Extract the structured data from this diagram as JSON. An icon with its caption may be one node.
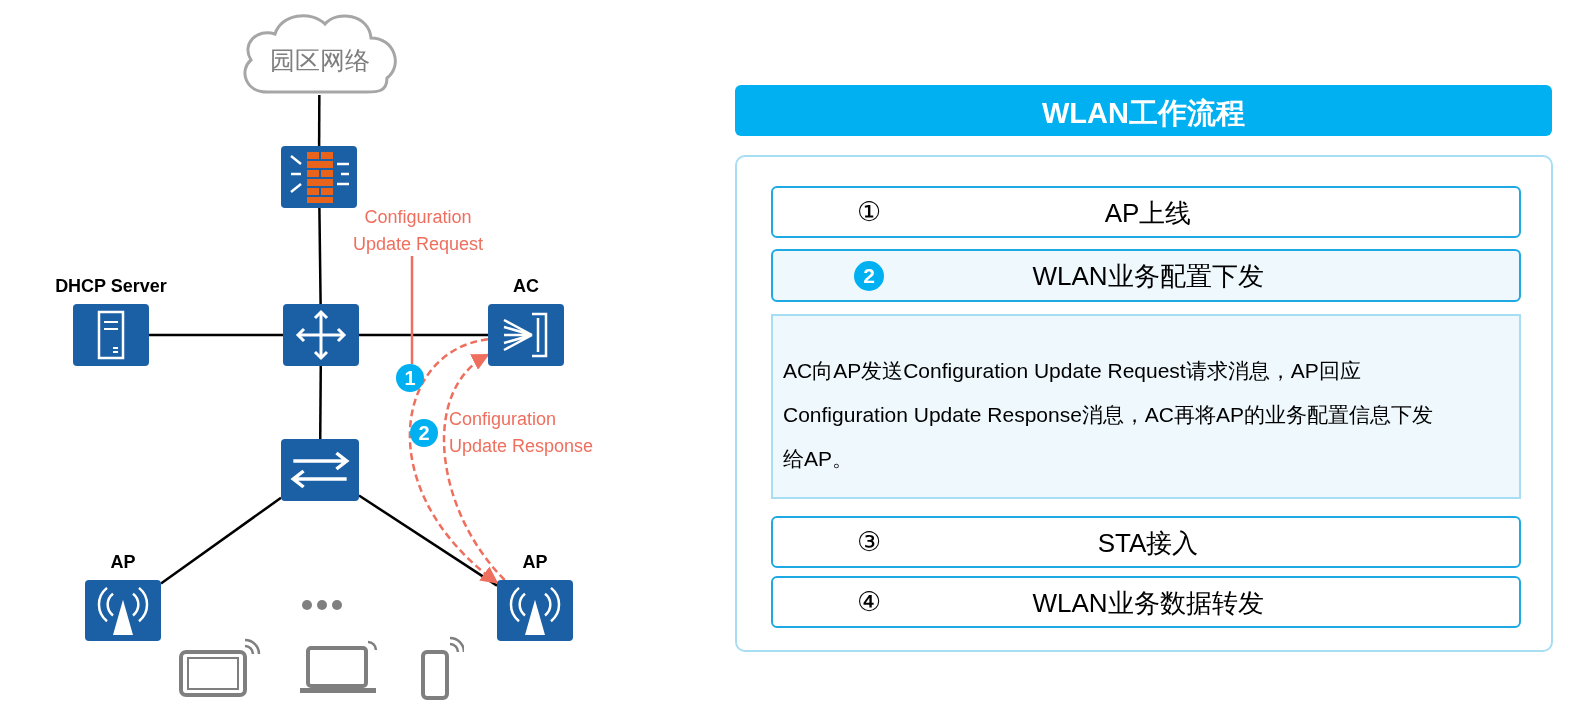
{
  "diagram": {
    "nodes": [
      {
        "text": [
          "园区网络"
        ]
      },
      {
        "text": [],
        "shape": "box"
      },
      {
        "text": [
          "DHCP Server"
        ]
      },
      {
        "text": [],
        "shape": "box"
      },
      {
        "text": [
          "AC"
        ]
      },
      {
        "text": [],
        "shape": "box"
      },
      {
        "text": [
          "AP"
        ]
      },
      {
        "text": [
          "AP"
        ]
      },
      {
        "text": [
          "Configuration Update Request"
        ]
      },
      {
        "text": [
          "WLAN工作流程"
        ]
      },
      {
        "text": [],
        "shape": "box"
      },
      {
        "text": [
          "①",
          "AP上线"
        ],
        "in": 10
      },
      {
        "text": [
          "2",
          "WLAN业务配置下发"
        ],
        "in": 10
      },
      {
        "text": [
          "AC向AP发送Configuration Update Request请求消息，AP回应Configuration Update Response消息，AC再将AP的业务配置信息下发给AP。"
        ],
        "in": 10
      },
      {
        "text": [
          "③",
          "STA接入"
        ],
        "in": 10
      },
      {
        "text": [
          "④",
          "WLAN业务数据转发"
        ],
        "in": 10
      },
      {
        "text": [
          "1"
        ]
      },
      {
        "text": [
          "2"
        ]
      }
    ],
    "edges": [
      {
        "from": 0,
        "to": 1,
        "arrow": "none"
      },
      {
        "from": 1,
        "to": 3,
        "arrow": "none"
      },
      {
        "from": 2,
        "to": 3,
        "arrow": "none"
      },
      {
        "from": 3,
        "to": 4,
        "arrow": "none"
      },
      {
        "from": 3,
        "to": 5,
        "arrow": "none"
      },
      {
        "from": 5,
        "to": 6,
        "arrow": "none"
      },
      {
        "from": 5,
        "to": 7,
        "arrow": "none"
      },
      {
        "from": 4,
        "to": 7,
        "arrow": "to",
        "style": "dashed",
        "color": "#ef6f5e"
      },
      {
        "from": 7,
        "to": 4,
        "arrow": "to",
        "style": "dashed",
        "color": "#ef6f5e"
      },
      {
        "from": 8,
        "to": 16,
        "arrow": "none",
        "color": "#ef6f5e"
      }
    ],
    "labels": [
      "Configuration Update Response"
    ]
  }
}
